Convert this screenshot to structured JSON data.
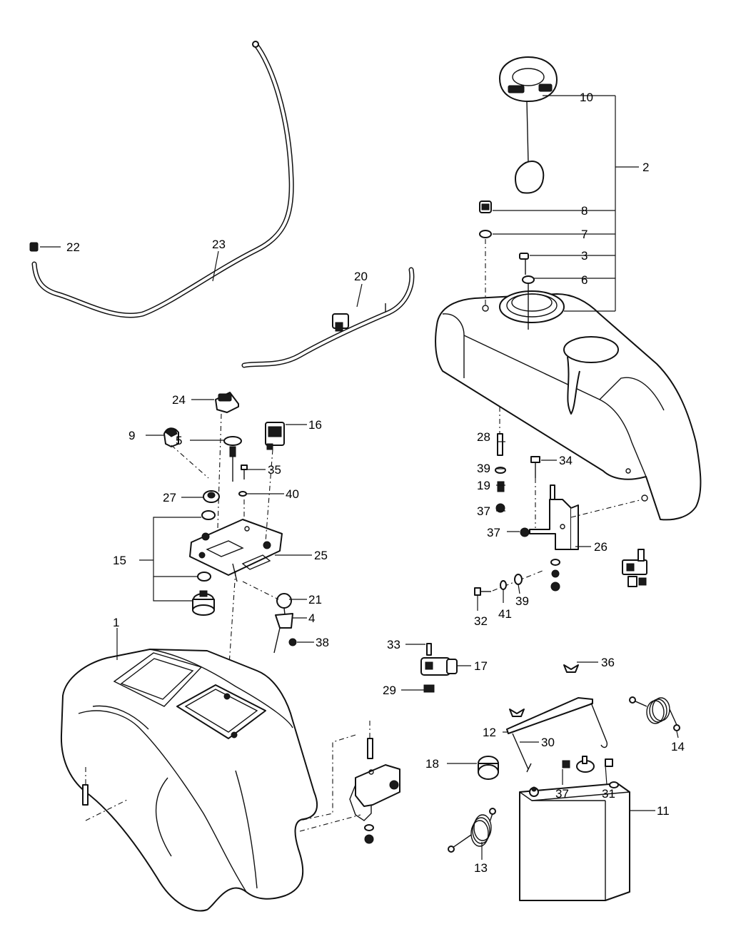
{
  "diagram": {
    "callouts": {
      "c1": "1",
      "c2": "2",
      "c3": "3",
      "c4": "4",
      "c5": "5",
      "c6": "6",
      "c7": "7",
      "c8": "8",
      "c9": "9",
      "c10": "10",
      "c11": "11",
      "c12": "12",
      "c13": "13",
      "c14": "14",
      "c15": "15",
      "c16": "16",
      "c17": "17",
      "c18": "18",
      "c19": "19",
      "c20": "20",
      "c21": "21",
      "c22": "22",
      "c23": "23",
      "c24": "24",
      "c25": "25",
      "c26": "26",
      "c27": "27",
      "c28": "28",
      "c29": "29",
      "c30": "30",
      "c31": "31",
      "c32": "32",
      "c33": "33",
      "c34": "34",
      "c35": "35",
      "c36": "36",
      "c37a": "37",
      "c37b": "37",
      "c37c": "37",
      "c38": "38",
      "c39a": "39",
      "c39b": "39",
      "c40": "40",
      "c41": "41"
    }
  }
}
